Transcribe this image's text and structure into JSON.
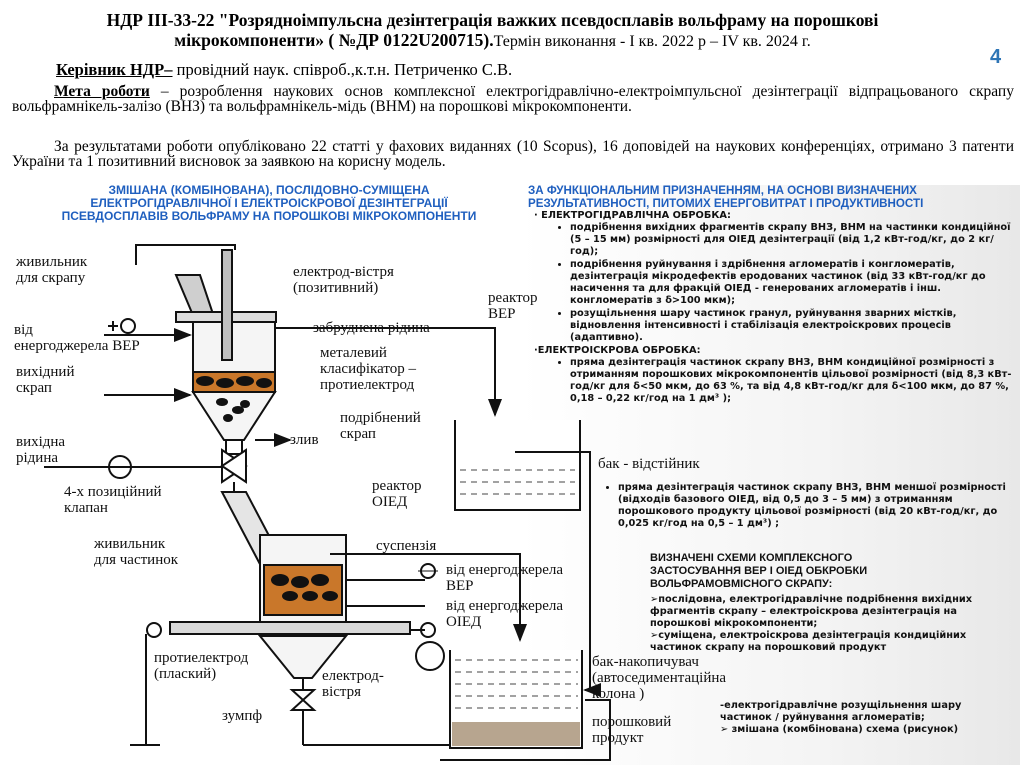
{
  "title": {
    "line1": "НДР ІІІ-33-22 \"Розрядноімпульсна дезінтеграція важких псевдосплавів вольфраму на порошкові",
    "line2": "мікрокомпоненти» ( №ДР 0122U200715).",
    "term": "Термін виконання - І кв. 2022 р – IV кв. 2024 г."
  },
  "page_number": "4",
  "leader": {
    "label": "Керівник НДР–",
    "text": " провідний наук. співроб.,к.т.н. Петриченко С.В."
  },
  "goal": {
    "label": "Мета роботи",
    "text": " – розроблення наукових основ комплексної електрогідравлічно-електроімпульсної дезінтеграції відпрацьованого скрапу вольфрамнікель-залізо (ВНЗ) та вольфрамнікель-мідь (ВНМ) на порошкові мікрокомпоненти."
  },
  "results": "За результатами роботи опубліковано 22 статті у фахових виданнях (10 Scopus), 16 доповідей на наукових конференціях, отримано 3 патенти України та 1 позитивний висновок за заявкою на корисну модель.",
  "diagram": {
    "header": [
      "ЗМІШАНА (КОМБІНОВАНА), ПОСЛІДОВНО-СУМІЩЕНА",
      "ЕЛЕКТРОГІДРАВЛІЧНОЇ І ЕЛЕКТРОІСКРОВОЇ ДЕЗІНТЕГРАЦІЇ",
      "ПСЕВДОСПЛАВІВ ВОЛЬФРАМУ НА ПОРОШКОВІ МІКРОКОМПОНЕНТИ"
    ],
    "labels": {
      "feeder_scrap": [
        "живильник",
        "для скрапу"
      ],
      "electrode_tip": [
        "електрод-вістря",
        "(позитивний)"
      ],
      "reactor_ver": [
        "реактор",
        "ВЕР"
      ],
      "from_energy_ver": [
        "від",
        "енергоджерела ВЕР"
      ],
      "dirty_liquid": "забруднена рідина",
      "metal_classifier": [
        "металевий",
        "класифікатор –",
        "протиелектрод"
      ],
      "initial_scrap": [
        "вихідний",
        "скрап"
      ],
      "crushed_scrap": [
        "подрібнений",
        "скрап"
      ],
      "initial_liquid": [
        "вихідна",
        "рідина"
      ],
      "drain": "злив",
      "settling_tank": "бак - відстійник",
      "valve4": [
        "4-х позиційний",
        "клапан"
      ],
      "reactor_oied": [
        "реактор",
        "ОІЕД"
      ],
      "feeder_particles": [
        "живильник",
        "для  частинок"
      ],
      "suspension": "суспензія",
      "from_energy_ver2": [
        "від енергоджерела",
        "ВЕР"
      ],
      "from_energy_oied": [
        "від енергоджерела",
        "ОІЕД"
      ],
      "counter_flat": [
        "протиелектрод",
        "(плаский)"
      ],
      "electrode_tip2": [
        "електрод-",
        "вістря"
      ],
      "sump": "зумпф",
      "storage_tank": [
        "бак-накопичувач",
        "(автоседиментаційна",
        "колона )"
      ],
      "powder_product": [
        "порошковий",
        "продукт"
      ]
    },
    "right_header": [
      "ЗА ФУНКЦІОНАЛЬНИМ ПРИЗНАЧЕННЯМ, НА ОСНОВІ ВИЗНАЧЕНИХ",
      "РЕЗУЛЬТАТИВНОСТІ, ПИТОМИХ ЕНЕРГОВИТРАТ І ПРОДУКТИВНОСТІ"
    ],
    "eh_title": "· ЕЛЕКТРОГІДРАВЛІЧНА ОБРОБКА:",
    "eh_items": [
      "подрібнення вихідних фрагментів скрапу ВНЗ, ВНМ на частинки кондиційної (5 – 15 мм) розмірності для ОІЕД дезінтеграції (від 1,2 кВт-год/кг, до 2 кг/год);",
      "подрібнення руйнування і здрібнення агломератів і конгломератів, дезінтеграція мікродефектів еродованих частинок (від 33 кВт-год/кг до насичення та для фракцій ОІЕД - генерованих агломератів і інш. конгломератів з δ>100  мкм);",
      "розущільнення шару частинок гранул, руйнування зварних містків, відновлення інтенсивності і стабілізація електроіскрових процесів (адаптивно)."
    ],
    "es_title": "·ЕЛЕКТРОІСКРОВА ОБРОБКА:",
    "es_items": [
      "пряма дезінтеграція частинок скрапу ВНЗ, ВНМ кондиційної розмірності з отриманням порошкових мікрокомпонентів цільової розмірності  (від 8,3 кВт-год/кг для δ<50 мкм, до 63 %, та від 4,8 кВт-год/кг для δ<100 мкм, до 87 %, 0,18 – 0,22 кг/год на 1 дм³ );",
      "пряма дезінтеграція частинок скрапу ВНЗ, ВНМ меншої розмірності (відходів базового ОІЕД, від 0,5 до 3 – 5 мм) з отриманням порошкового продукту цільової розмірності (від 20 кВт-год/кг, до 0,025 кг/год на 0,5 – 1 дм³) ;"
    ],
    "schemes_title": [
      "ВИЗНАЧЕНІ СХЕМИ КОМПЛЕКСНОГО",
      "ЗАСТОСУВАННЯ ВЕР І ОІЕД ОБКРОБКИ",
      "ВОЛЬФРАМОВМІСНОГО СКРАПУ:"
    ],
    "schemes_items": [
      "➢послідовна, електрогідравлічне подрібнення вихідних фрагментів скрапу – електроіскрова дезінтеграція на порошкові мікрокомпоненти;",
      "➢суміщена, електроіскрова дезінтеграція кондиційних частинок скрапу на порошковий продукт"
    ],
    "bottom_items": [
      "-електрогідравлічне розущільнення шару частинок / руйнування агломератів;",
      "➢ змішана (комбінована) схема (рисунок)"
    ]
  },
  "colors": {
    "accent": "#1f5fbf",
    "page_number": "#2e75b6",
    "furnace_orange": "#c9772a"
  }
}
